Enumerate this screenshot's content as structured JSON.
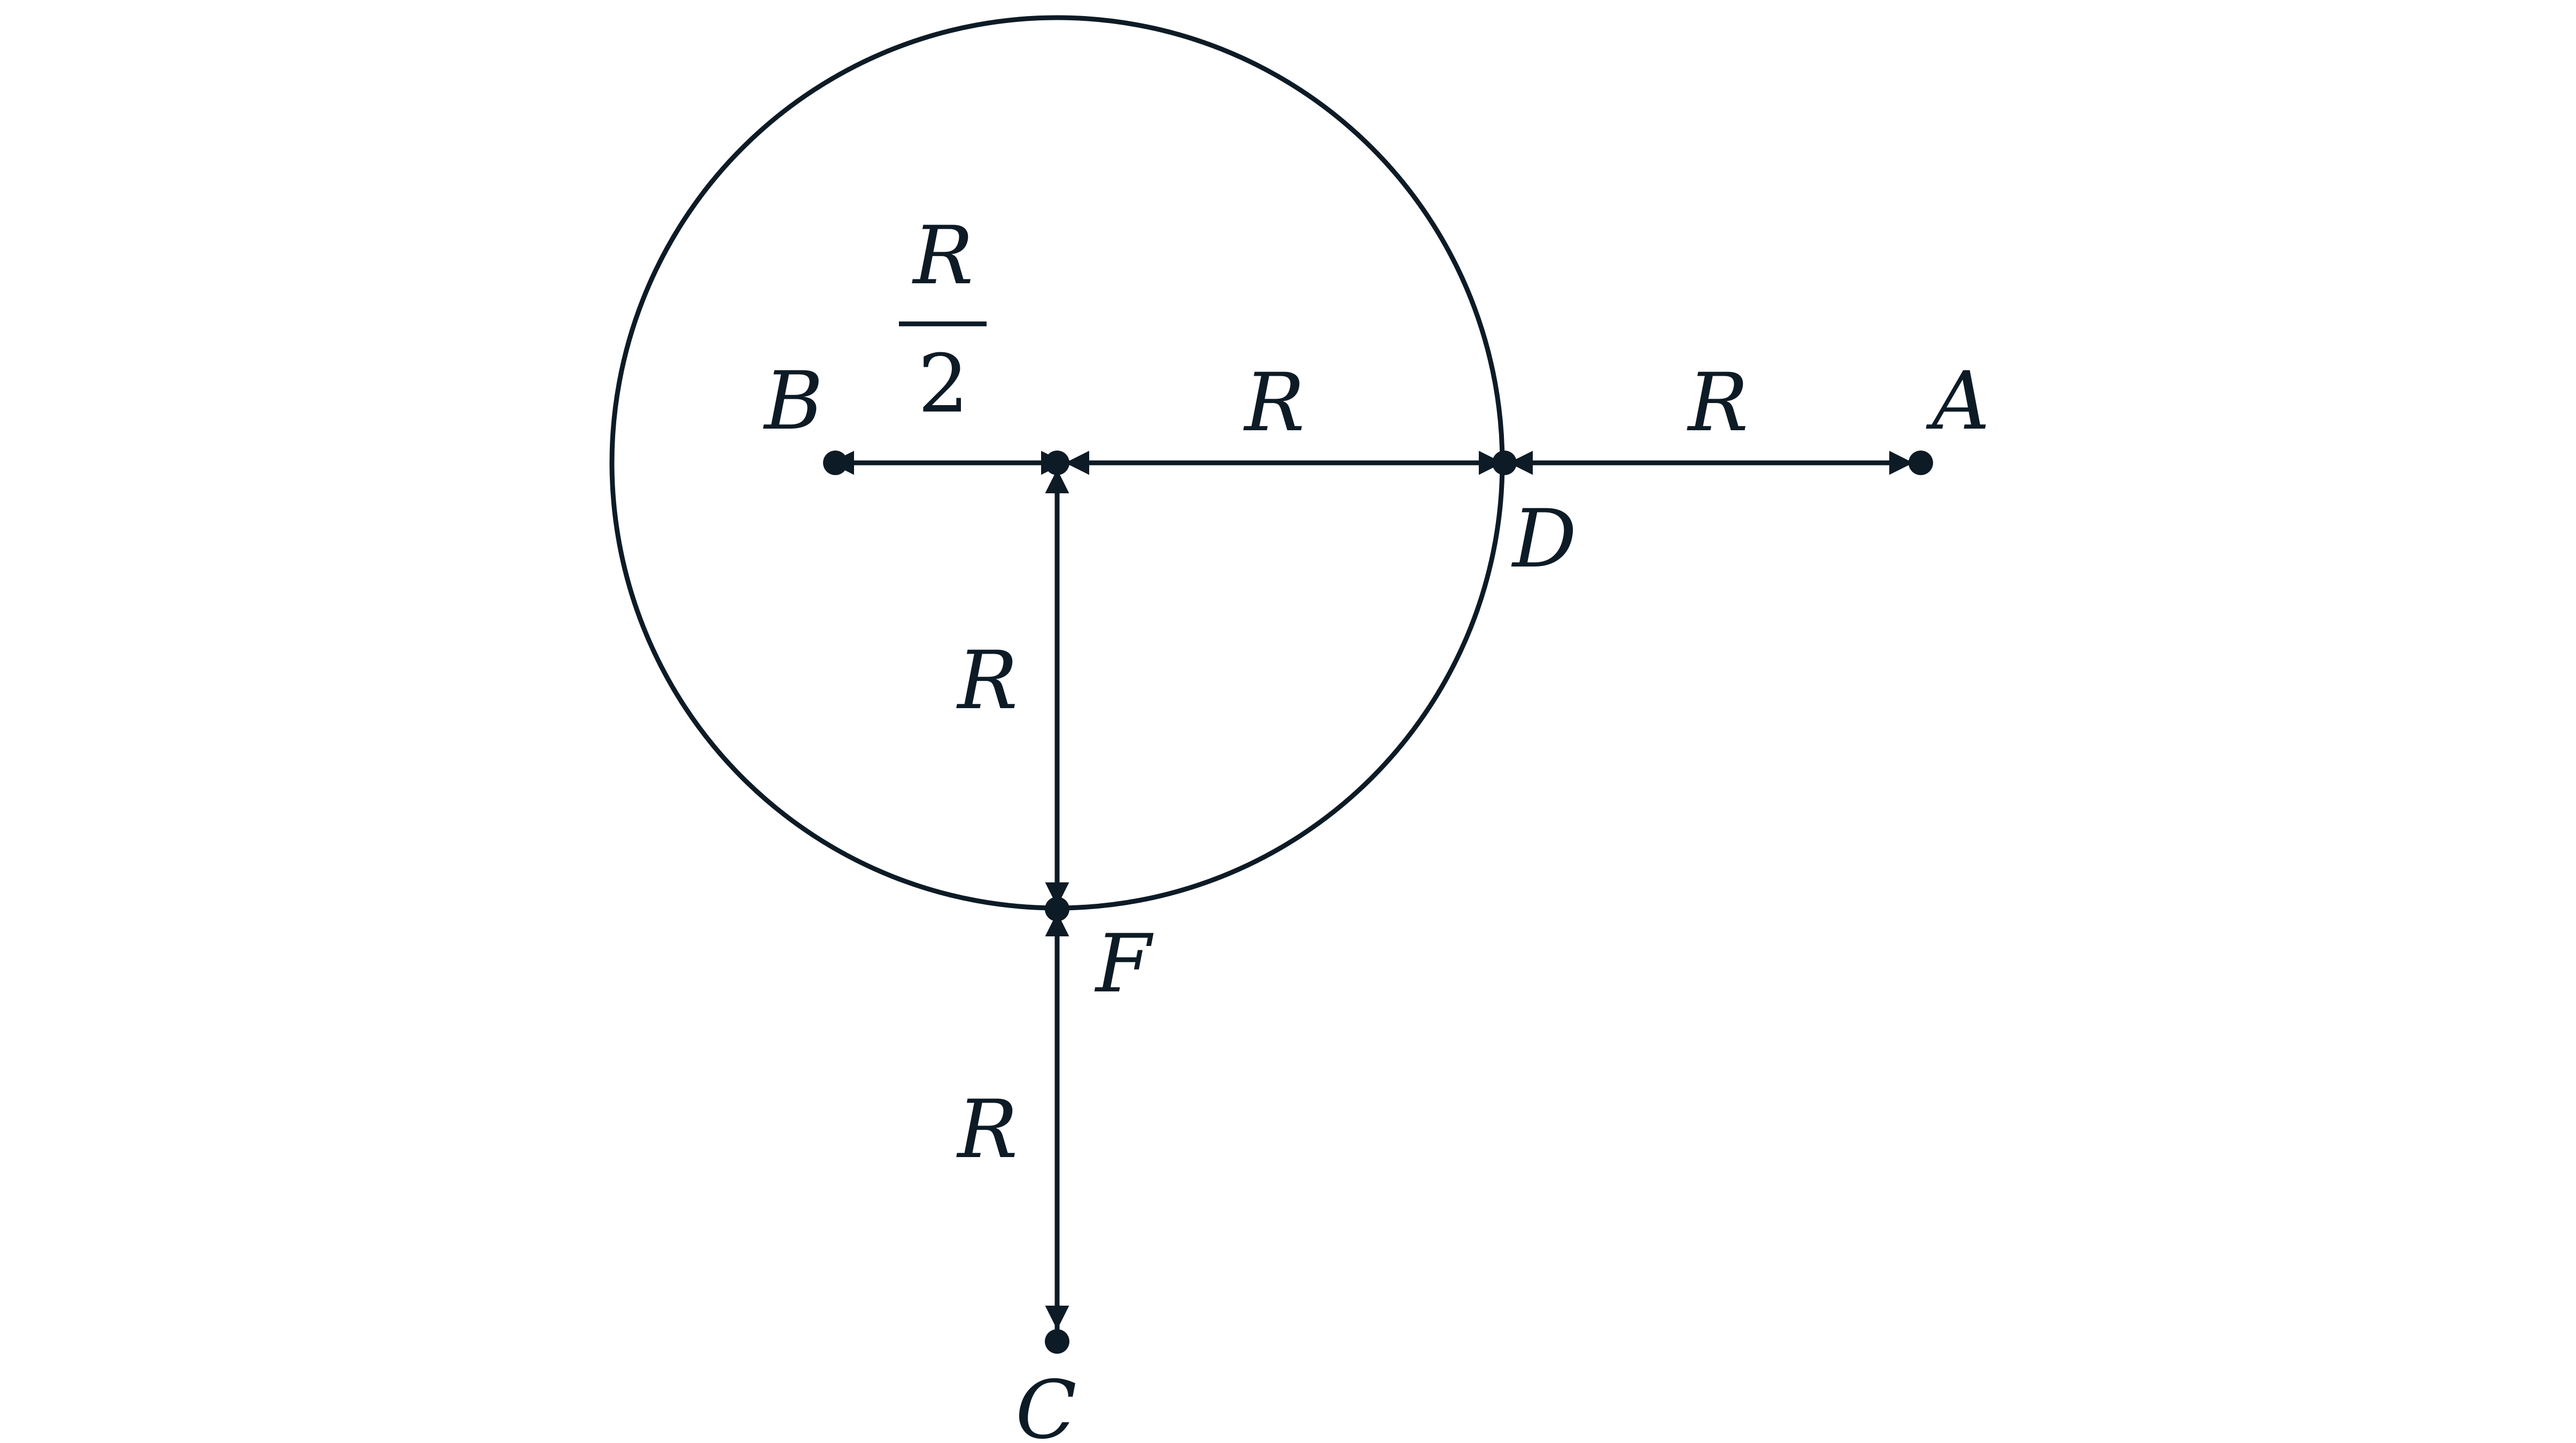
{
  "points": {
    "A": "A",
    "B": "B",
    "C": "C",
    "D": "D",
    "F": "F"
  },
  "dimensions": {
    "center_to_B": {
      "numerator": "R",
      "denominator": "2"
    },
    "center_to_D": "R",
    "D_to_A": "R",
    "center_to_F": "R",
    "F_to_C": "R"
  },
  "colors": {
    "ink": "#0d1b26",
    "background": "#ffffff"
  }
}
